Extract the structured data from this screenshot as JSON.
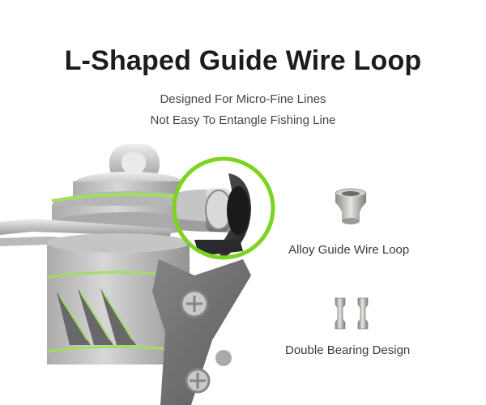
{
  "header": {
    "title": "L-Shaped Guide Wire Loop",
    "subtitle_line1": "Designed For Micro-Fine Lines",
    "subtitle_line2": "Not Easy To Entangle Fishing Line"
  },
  "features": [
    {
      "label": "Alloy Guide Wire Loop",
      "icon": "guide-wire-loop-icon"
    },
    {
      "label": "Double Bearing Design",
      "icon": "double-bearing-icon"
    }
  ],
  "colors": {
    "accent_green": "#7ed321",
    "metal_silver": "#b9b9b9",
    "dark_metal": "#2e2e30",
    "title_text": "#1c1c1c"
  }
}
